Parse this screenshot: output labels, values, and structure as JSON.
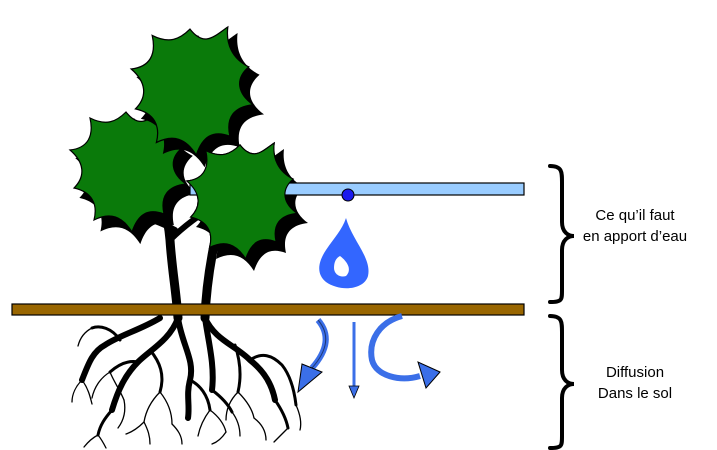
{
  "labels": {
    "top_line1": "Ce qu’il faut",
    "top_line2": "en apport d’eau",
    "bottom_line1": "Diffusion",
    "bottom_line2": "Dans le sol"
  },
  "colors": {
    "leaf": "#0a7a0a",
    "leaf_shadow": "#000000",
    "pipe": "#99ccff",
    "drop": "#3366ff",
    "dripper": "#1a1aee",
    "soil": "#996600",
    "arrow": "#3b6fe8"
  }
}
